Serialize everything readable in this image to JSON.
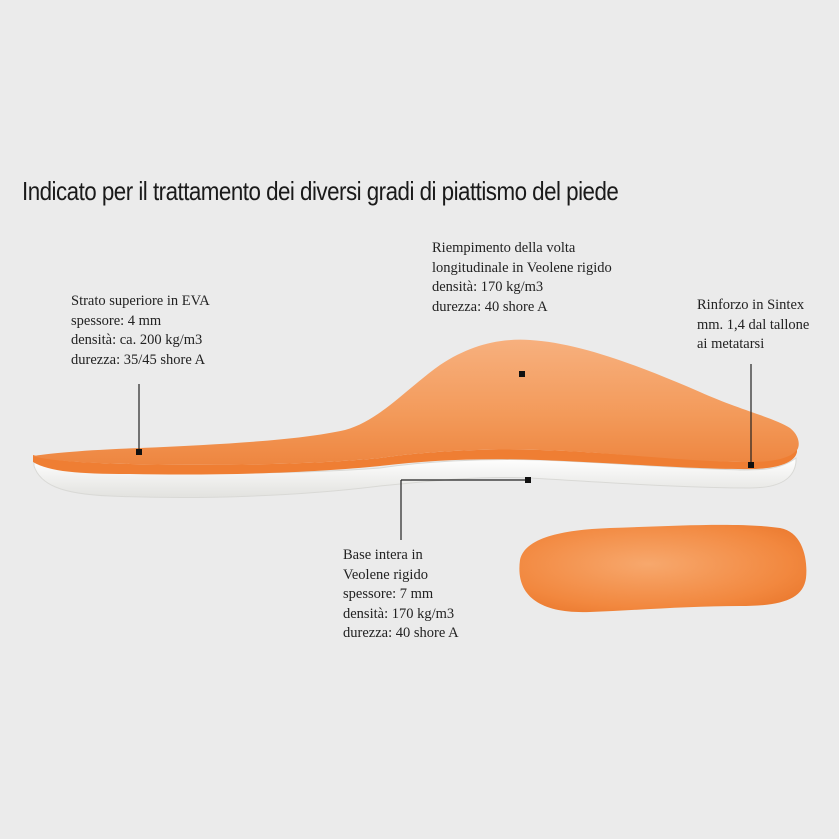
{
  "title": "Indicato per il trattamento dei diversi gradi di piattismo del piede",
  "callouts": {
    "top_layer": [
      "Strato superiore in EVA",
      "spessore: 4 mm",
      "densità: ca. 200 kg/m3",
      "durezza: 35/45 shore A"
    ],
    "arch_fill": [
      "Riempimento della volta",
      "longitudinale in Veolene rigido",
      "densità: 170 kg/m3",
      "durezza: 40 shore A"
    ],
    "reinforcement": [
      "Rinforzo in Sintex",
      "mm. 1,4 dal tallone",
      "ai metatarsi"
    ],
    "base": [
      "Base intera in",
      "Veolene rigido",
      "spessore: 7 mm",
      "densità: 170 kg/m3",
      "durezza: 40 shore A"
    ]
  },
  "colors": {
    "background": "#ebebeb",
    "orange_top": "#f39a58",
    "orange_edge": "#f07a2a",
    "base_white": "#f8f8f6",
    "marker": "#111111"
  }
}
